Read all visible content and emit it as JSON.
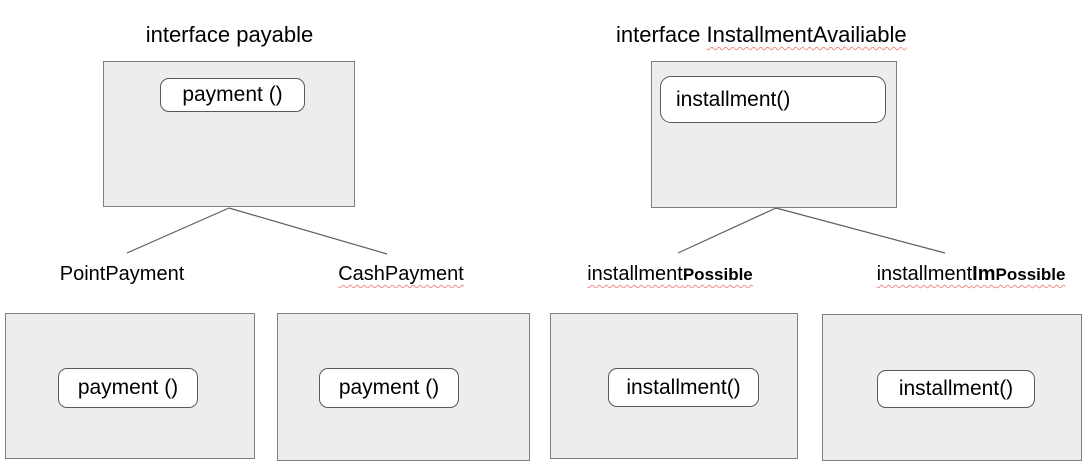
{
  "diagram": {
    "description": "Interface inheritance diagram with two trees",
    "trees": [
      {
        "title_prefix": "interface ",
        "title_name": "payable",
        "title_misspelled": false,
        "parent_method": "payment ()",
        "children": [
          {
            "name": "PointPayment",
            "bold_mid": "",
            "bold_suffix": "",
            "misspelled": false,
            "method": "payment ()"
          },
          {
            "name": "CashPayment",
            "bold_mid": "",
            "bold_suffix": "",
            "misspelled": true,
            "method": "payment ()"
          }
        ]
      },
      {
        "title_prefix": "interface ",
        "title_name": "InstallmentAvailiable",
        "title_misspelled": true,
        "parent_method": "installment()",
        "children": [
          {
            "name": "installment",
            "bold_mid": "",
            "bold_suffix": "Possible",
            "misspelled": true,
            "method": "installment()"
          },
          {
            "name": "installment",
            "bold_mid": "Im",
            "bold_suffix": "Possible",
            "misspelled": true,
            "method": "installment()"
          }
        ]
      }
    ],
    "colors": {
      "box_fill": "#ededed",
      "box_border": "#7f7f7f",
      "pill_fill": "#ffffff",
      "pill_border": "#595959",
      "connector": "#5f5f5f",
      "text": "#000000",
      "spellcheck_squiggle": "#f28b82"
    }
  }
}
